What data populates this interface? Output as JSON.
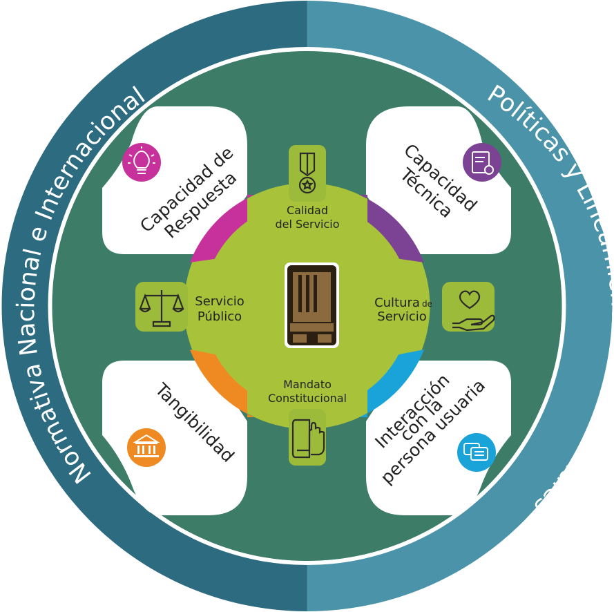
{
  "outer_ring": {
    "left_text": "Normativa Nacional e Internacional",
    "right_text": "Políticas y Lineamientos Institucionales"
  },
  "center": {
    "top": {
      "line1": "Calidad",
      "line2": "del Servicio"
    },
    "left": {
      "line1": "Servicio",
      "line2": "Público"
    },
    "right": {
      "line1": "Cultura",
      "line1_small": "de",
      "line2": "Servicio"
    },
    "bottom": {
      "line1": "Mandato",
      "line2": "Constitucional"
    }
  },
  "cards": {
    "top_left": {
      "line1": "Capacidad de",
      "line2": "Respuesta",
      "accent": "#c7319b",
      "icon": "lightbulb-icon"
    },
    "top_right": {
      "line1": "Capacidad",
      "line2": "Técnica",
      "accent": "#7c4394",
      "icon": "certificate-icon"
    },
    "bottom_left": {
      "line1": "Tangibilidad",
      "accent": "#ef8a22",
      "icon": "building-icon"
    },
    "bottom_right": {
      "line1": "Interacción",
      "line2_small": "con la",
      "line3": "persona usuaria",
      "accent": "#1aa3d9",
      "icon": "chat-icon"
    }
  },
  "colors": {
    "ring_left": "#2d6b80",
    "ring_right": "#4a93a8",
    "inner_green": "#3d7d68",
    "center_lime": "#a8c23a",
    "tile_lime": "#9dbb3a"
  }
}
